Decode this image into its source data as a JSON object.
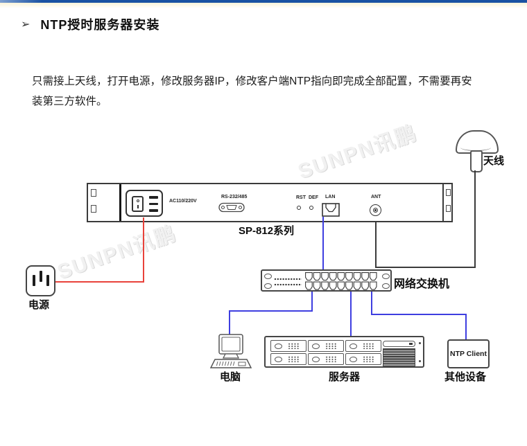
{
  "header": {
    "bullet": "➢",
    "title": "NTP授时服务器安装"
  },
  "intro": {
    "line1": "只需接上天线，打开电源，修改服务器IP，修改客户端NTP指向即完成全部配置，不需要再安",
    "line2": "装第三方软件。"
  },
  "watermark": {
    "text": "SUNPN讯鹏"
  },
  "diagram": {
    "antenna": {
      "label": "天线"
    },
    "rack": {
      "model": "SP-812系列",
      "ac_label": "AC110/220V",
      "serial_label": "RS-232/485",
      "rst_label": "RST",
      "def_label": "DEF",
      "lan_label": "LAN",
      "ant_label": "ANT"
    },
    "power": {
      "label": "电源"
    },
    "switch": {
      "label": "网络交换机"
    },
    "pc": {
      "label": "电脑"
    },
    "server": {
      "label": "服务器"
    },
    "client": {
      "text": "NTP Client",
      "label": "其他设备"
    }
  },
  "colors": {
    "top_bar_blue": "#1a52a3",
    "wire_blue": "#3e3ee0",
    "wire_red": "#e8413a",
    "outline_gray": "#4d4d4d"
  }
}
